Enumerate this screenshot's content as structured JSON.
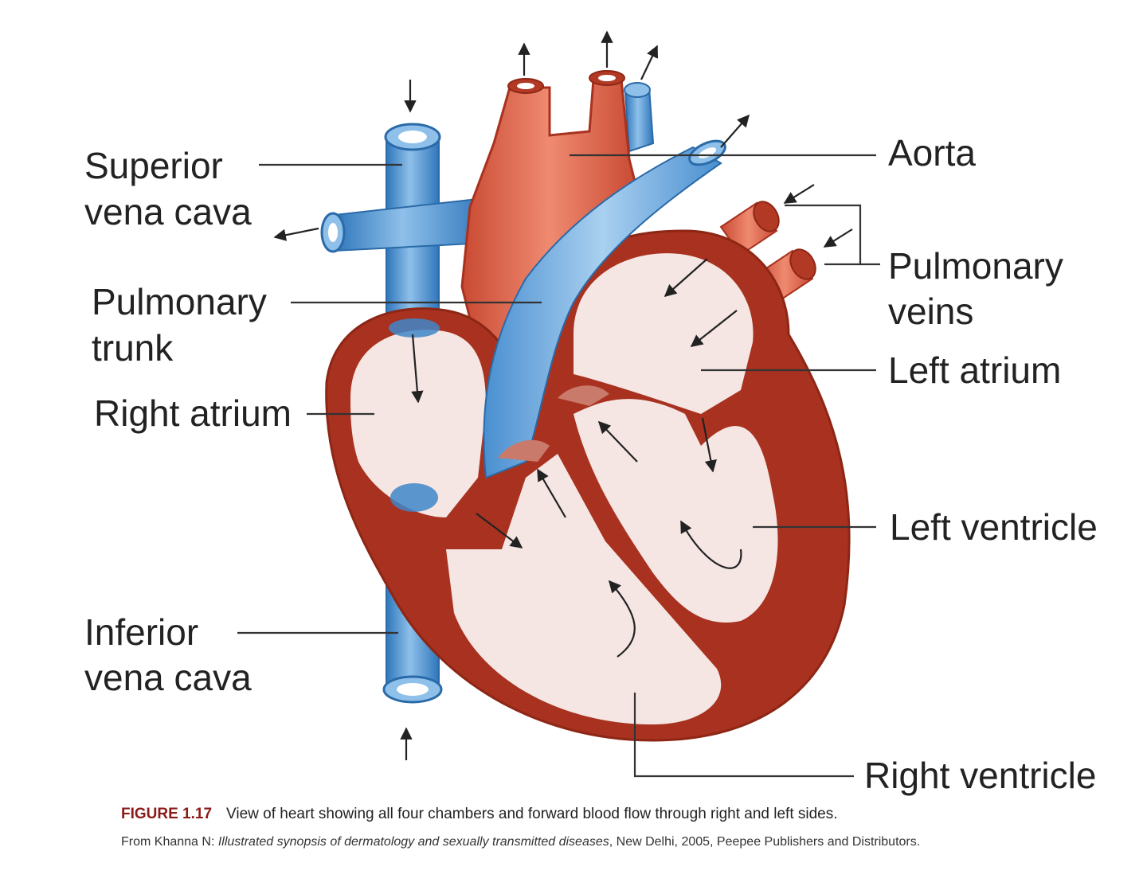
{
  "labels": {
    "superior_vena_cava": [
      "Superior",
      "vena cava"
    ],
    "pulmonary_trunk": [
      "Pulmonary",
      "trunk"
    ],
    "right_atrium": "Right atrium",
    "inferior_vena_cava": [
      "Inferior",
      "vena cava"
    ],
    "aorta": "Aorta",
    "pulmonary_veins": [
      "Pulmonary",
      "veins"
    ],
    "left_atrium": "Left atrium",
    "left_ventricle": "Left ventricle",
    "right_ventricle": "Right ventricle"
  },
  "caption": {
    "figure_number": "FIGURE 1.17",
    "text": "View of heart showing all four chambers and forward blood flow through right and left sides.",
    "source_prefix": "From Khanna N: ",
    "source_title": "Illustrated synopsis of dermatology and sexually transmitted diseases",
    "source_suffix": ", New Delhi, 2005, Peepee Publishers and Distributors."
  },
  "colors": {
    "muscle": "#a8321f",
    "muscle_dark": "#8e2615",
    "artery": "#d9654c",
    "vein": "#3f86c9",
    "vein_light": "#8ec0ea",
    "chamber": "#f5e6e4"
  }
}
